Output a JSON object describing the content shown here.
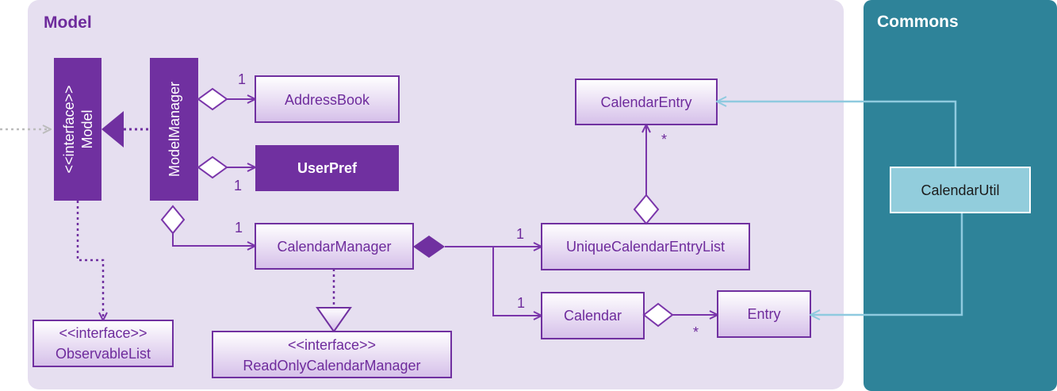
{
  "packages": {
    "model": {
      "title": "Model",
      "color": "#e6dff0",
      "title_color": "#6e2b9c"
    },
    "commons": {
      "title": "Commons",
      "color": "#2e8399",
      "title_color": "#ffffff"
    }
  },
  "classes": {
    "model_interface": {
      "line1": "<<interface>>",
      "line2": "Model"
    },
    "model_manager": {
      "label": "ModelManager"
    },
    "address_book": {
      "label": "AddressBook"
    },
    "user_pref": {
      "label": "UserPref"
    },
    "calendar_manager": {
      "label": "CalendarManager"
    },
    "unique_list": {
      "label": "UniqueCalendarEntryList"
    },
    "calendar_entry": {
      "label": "CalendarEntry"
    },
    "calendar": {
      "label": "Calendar"
    },
    "entry": {
      "label": "Entry"
    },
    "observable_list": {
      "line1": "<<interface>>",
      "line2": "ObservableList"
    },
    "readonly_cm": {
      "line1": "<<interface>>",
      "line2": "ReadOnlyCalendarManager"
    },
    "calendar_util": {
      "label": "CalendarUtil"
    }
  },
  "multiplicities": {
    "address_book": "1",
    "user_pref": "1",
    "calendar_manager": "1",
    "unique_list": "1",
    "calendar": "1",
    "calendar_entry": "*",
    "entry": "*"
  },
  "colors": {
    "purple": "#7030a0",
    "purple_line": "#7a35aa",
    "box_fill_top": "#ffffff",
    "box_fill_bottom": "#d9c6ea",
    "util_fill": "#92cddc",
    "util_line": "#8fcadf",
    "grey_arrow": "#bcbcbc"
  }
}
